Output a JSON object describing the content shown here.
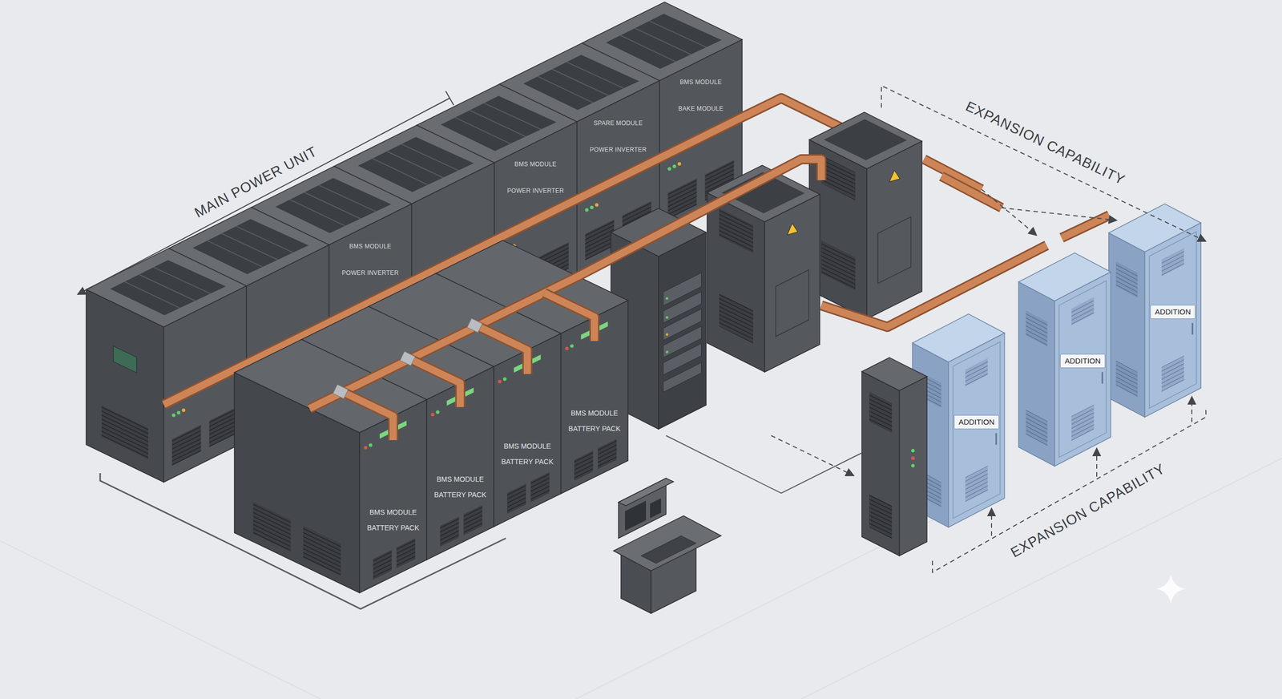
{
  "diagram": {
    "nodes": [
      {
        "text": [
          "BMS MODULE",
          "POWER INVERTER"
        ]
      },
      {
        "text": [
          "BMS MODULE",
          "POWER INVERTER"
        ]
      },
      {
        "text": [
          "SPARE MODULE",
          "POWER INVERTER"
        ]
      },
      {
        "text": [
          "BMS MODULE",
          "BAKE MODULE"
        ]
      },
      {
        "text": [
          "BMS MODULE",
          "BATTERY PACK"
        ]
      },
      {
        "text": [
          "BMS MODULE",
          "BATTERY PACK"
        ]
      },
      {
        "text": [
          "BMS MODULE",
          "BATTERY PACK"
        ]
      },
      {
        "text": [
          "BMS MODULE",
          "BATTERY PACK"
        ]
      },
      {
        "text": [
          "ADDITION"
        ]
      },
      {
        "text": [
          "ADDITION"
        ]
      },
      {
        "text": [
          "ADDITION"
        ]
      }
    ],
    "labels": [
      "MAIN POWER UNIT",
      "EXPANSION CAPABILITY",
      "EXPANSION CAPABILITY"
    ]
  }
}
